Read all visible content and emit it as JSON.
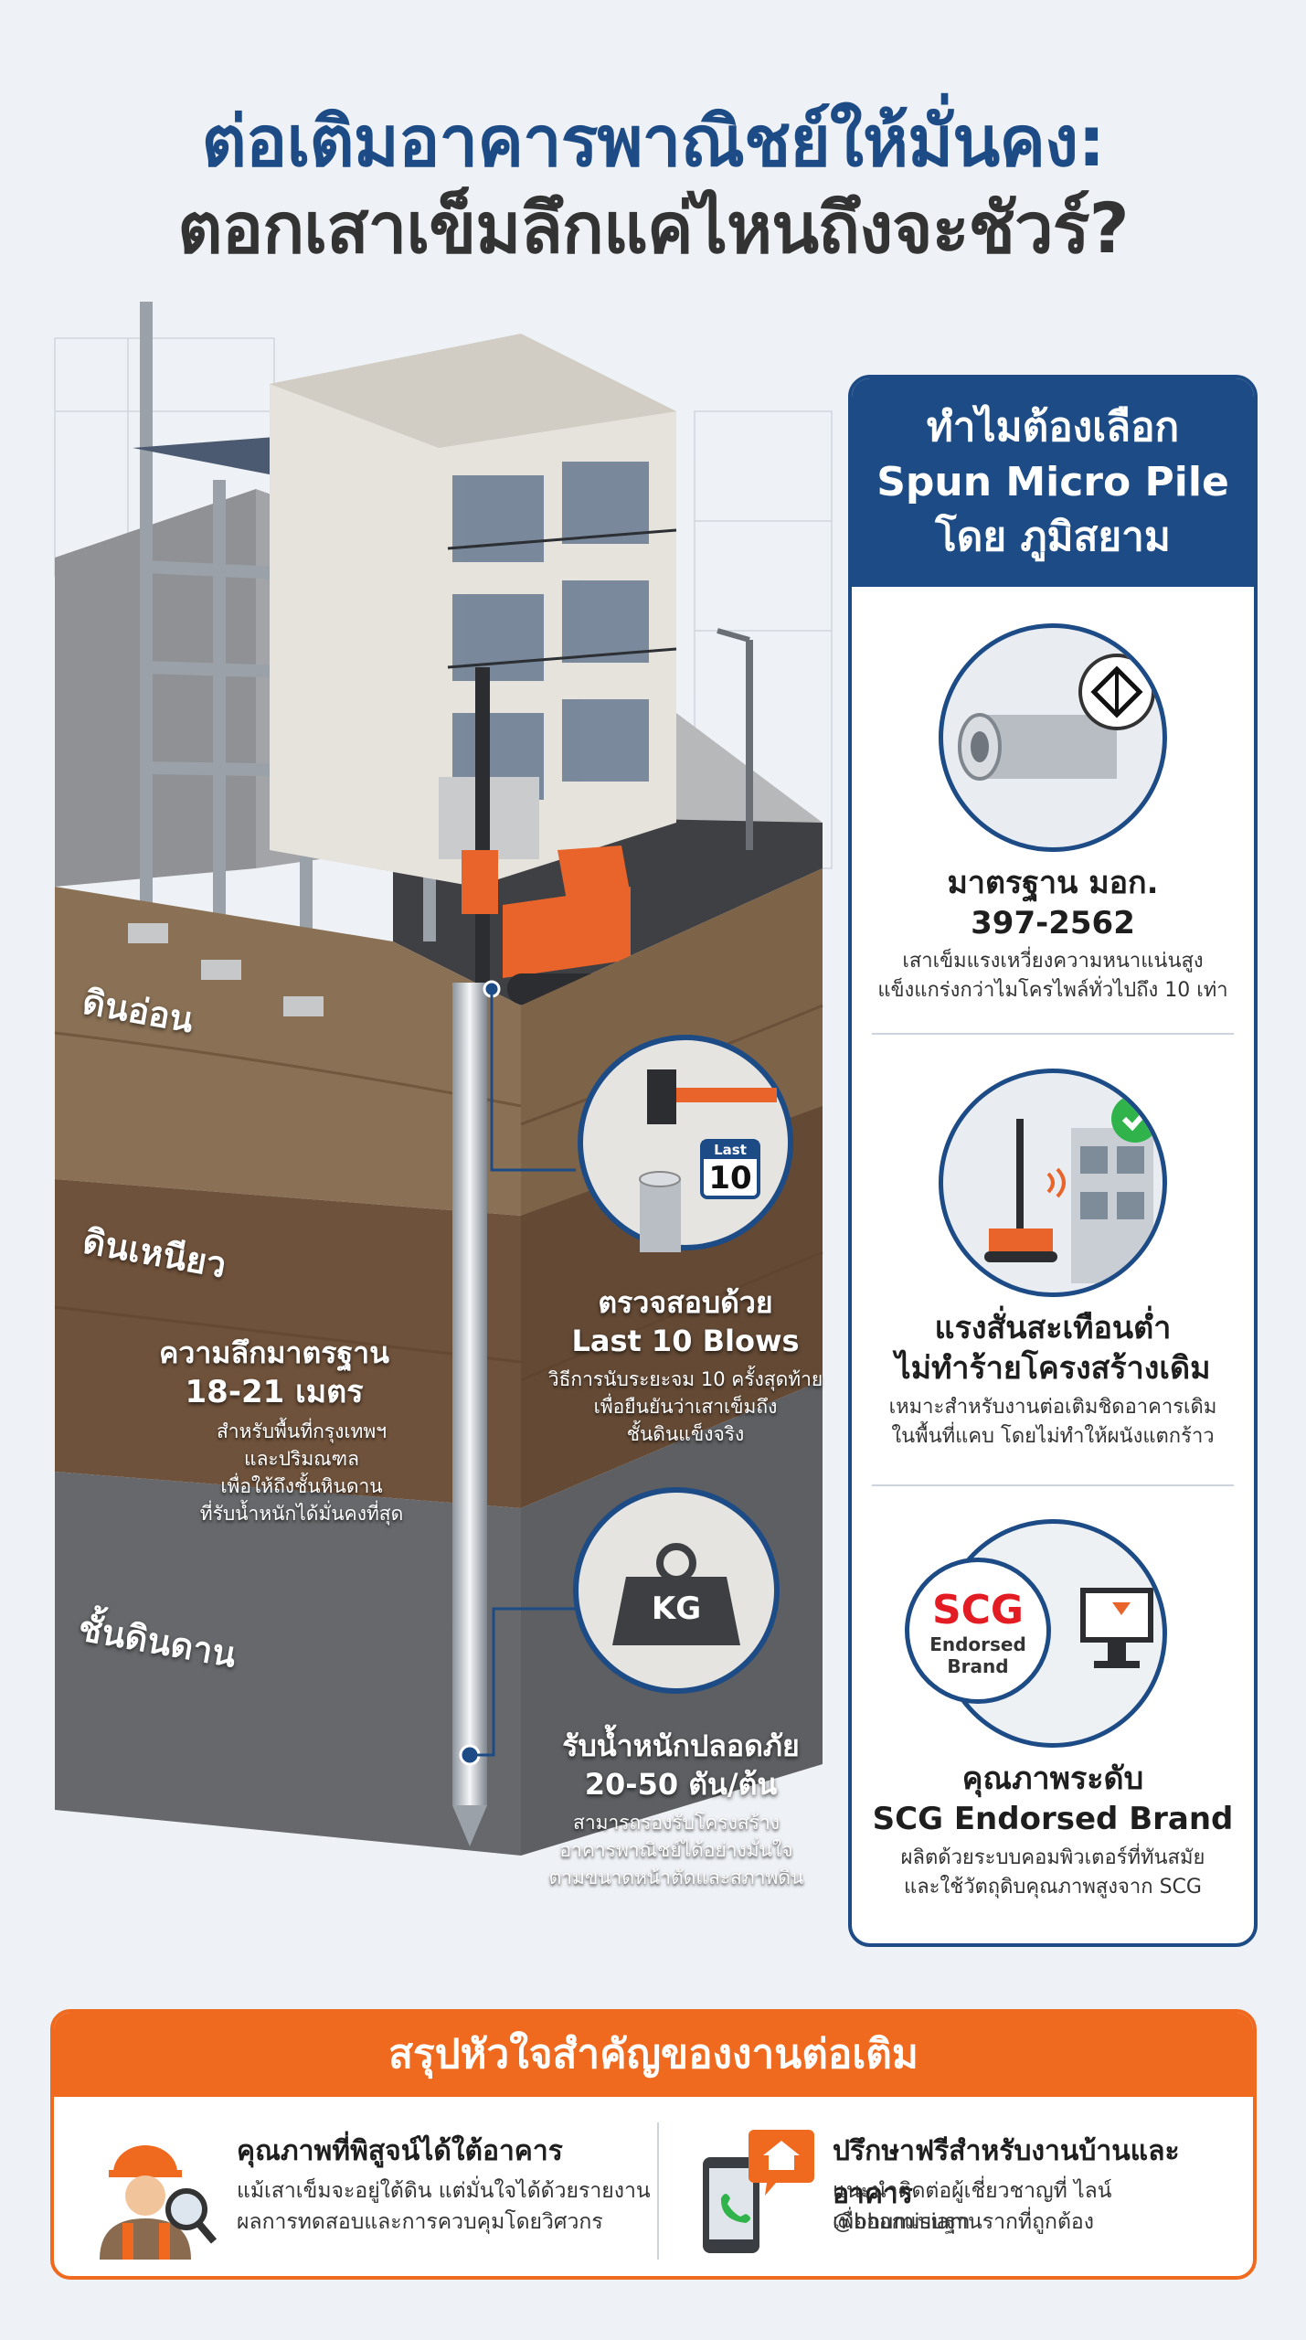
{
  "title": {
    "line1": "ต่อเติมอาคารพาณิชย์ให้มั่นคง:",
    "line2": "ตอกเสาเข็มลึกแค่ไหนถึงจะชัวร์?"
  },
  "soil_layers": {
    "soft": "ดินอ่อน",
    "clay": "ดินเหนียว",
    "hard": "ชั้นดินดาน"
  },
  "depth_info": {
    "title_line1": "ความลึกมาตรฐาน",
    "title_line2": "18-21 เมตร",
    "desc_line1": "สำหรับพื้นที่กรุงเทพฯ",
    "desc_line2": "และปริมณฑล",
    "desc_line3": "เพื่อให้ถึงชั้นหินดาน",
    "desc_line4": "ที่รับน้ำหนักได้มั่นคงที่สุด"
  },
  "last10": {
    "badge_top": "Last",
    "badge_number": "10",
    "title_line1": "ตรวจสอบด้วย",
    "title_line2": "Last 10 Blows",
    "desc_line1": "วิธีการนับระยะจม 10 ครั้งสุดท้าย",
    "desc_line2": "เพื่อยืนยันว่าเสาเข็มถึง",
    "desc_line3": "ชั้นดินแข็งจริง"
  },
  "load": {
    "weight_label": "KG",
    "title_line1": "รับน้ำหนักปลอดภัย",
    "title_line2": "20-50 ตัน/ต้น",
    "desc_line1": "สามารถรองรับโครงสร้าง",
    "desc_line2": "อาคารพาณิชย์ได้อย่างมั่นใจ",
    "desc_line3": "ตามขนาดหน้าตัดและสภาพดิน"
  },
  "panel": {
    "head_line1": "ทำไมต้องเลือก",
    "head_line2": "Spun Micro Pile",
    "head_line3": "โดย ภูมิสยาม",
    "features": [
      {
        "title_line1": "มาตรฐาน มอก.",
        "title_line2": "397-2562",
        "desc_line1": "เสาเข็มแรงเหวี่ยงความหนาแน่นสูง",
        "desc_line2": "แข็งแกร่งกว่าไมโครไพล์ทั่วไปถึง 10 เท่า",
        "icon": "pipe-icon"
      },
      {
        "title_line1": "แรงสั่นสะเทือนต่ำ",
        "title_line2": "ไม่ทำร้ายโครงสร้างเดิม",
        "desc_line1": "เหมาะสำหรับงานต่อเติมชิดอาคารเดิม",
        "desc_line2": "ในพื้นที่แคบ โดยไม่ทำให้ผนังแตกร้าว",
        "icon": "low-vibration-icon"
      },
      {
        "title_line1": "คุณภาพระดับ",
        "title_line2": "SCG Endorsed Brand",
        "desc_line1": "ผลิตด้วยระบบคอมพิวเตอร์ที่ทันสมัย",
        "desc_line2": "และใช้วัตถุดิบคุณภาพสูงจาก SCG",
        "icon": "scg-icon"
      }
    ],
    "scg_logo": {
      "word": "SCG",
      "line1": "Endorsed",
      "line2": "Brand"
    }
  },
  "summary": {
    "head": "สรุปหัวใจสำคัญของงานต่อเติม",
    "items": [
      {
        "title": "คุณภาพที่พิสูจน์ได้ใต้อาคาร",
        "desc_line1": "แม้เสาเข็มจะอยู่ใต้ดิน แต่มั่นใจได้ด้วยรายงาน",
        "desc_line2": "ผลการทดสอบและการควบคุมโดยวิศวกร"
      },
      {
        "title": "ปรึกษาฟรีสำหรับงานบ้านและอาคาร",
        "desc_line1": "แนะนำติดต่อผู้เชี่ยวชาญที่ ไลน์ @bhumisiam",
        "desc_line2": "เพื่อออกแบบฐานรากที่ถูกต้อง"
      }
    ]
  },
  "colors": {
    "primary_blue": "#1d4b86",
    "accent_orange": "#ef6a1e",
    "scg_red": "#e31b23"
  }
}
